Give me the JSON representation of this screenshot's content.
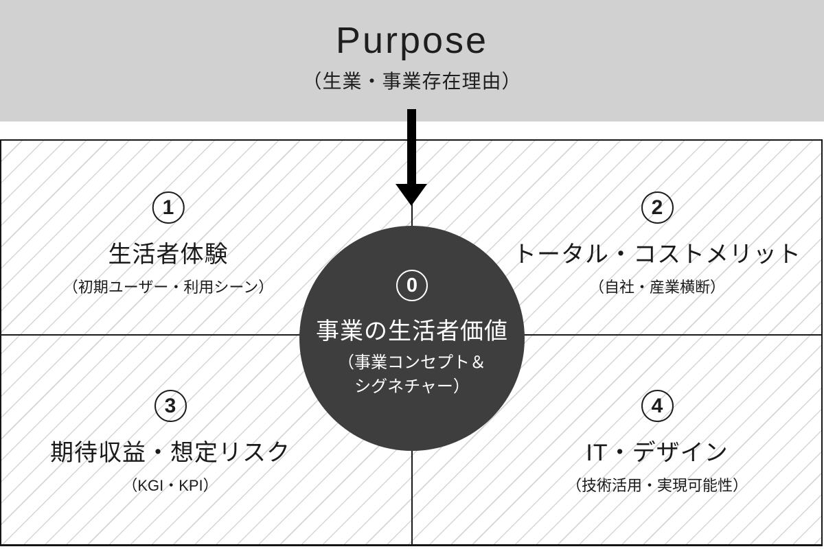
{
  "header": {
    "title": "Purpose",
    "subtitle": "（生業・事業存在理由）"
  },
  "center": {
    "number": "0",
    "title": "事業の生活者価値",
    "subtitle_line1": "（事業コンセプト＆",
    "subtitle_line2": "シグネチャー）"
  },
  "quadrants": [
    {
      "number": "1",
      "title": "生活者体験",
      "subtitle": "（初期ユーザー・利用シーン）"
    },
    {
      "number": "2",
      "title": "トータル・コストメリット",
      "subtitle": "（自社・産業横断）"
    },
    {
      "number": "3",
      "title": "期待収益・想定リスク",
      "subtitle": "（KGI・KPI）"
    },
    {
      "number": "4",
      "title": "IT・デザイン",
      "subtitle": "（技術活用・実現可能性）"
    }
  ],
  "icons": {
    "arrow": "arrow-down-icon"
  },
  "colors": {
    "band_background": "#d1d1d1",
    "circle_background": "#3e3e3e",
    "hatch_line": "#d5d5d5",
    "border": "#151515",
    "arrow": "#000000",
    "text_dark": "#1c1c1c",
    "text_light": "#ffffff"
  }
}
